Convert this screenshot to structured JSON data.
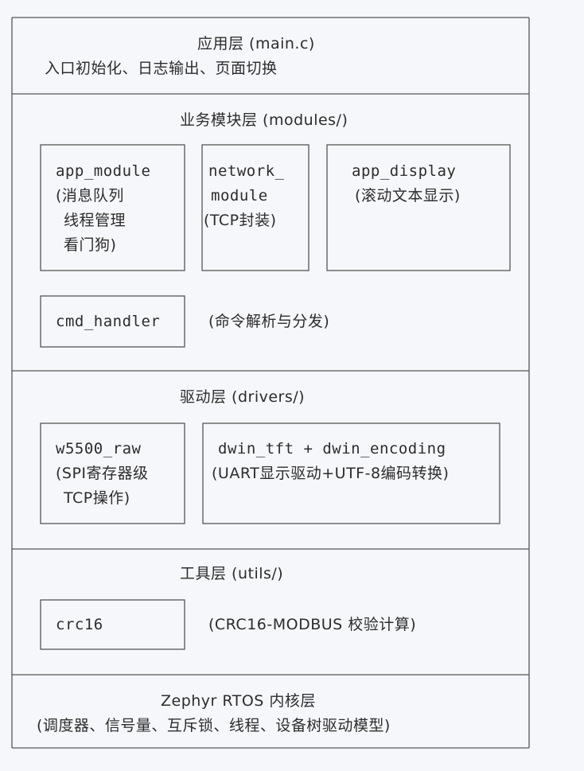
{
  "layers": {
    "app": {
      "title": "应用层 (main.c)",
      "desc": "入口初始化、日志输出、页面切换"
    },
    "modules": {
      "title": "业务模块层 (modules/)",
      "app_module": [
        "app_module",
        "(消息队列",
        "线程管理",
        "看门狗)"
      ],
      "network_module": [
        "network_",
        "module",
        "(TCP封装)"
      ],
      "app_display": [
        "app_display",
        "(滚动文本显示)"
      ],
      "cmd_handler": "cmd_handler",
      "cmd_handler_desc": "(命令解析与分发)"
    },
    "drivers": {
      "title": "驱动层 (drivers/)",
      "w5500": [
        "w5500_raw",
        "(SPI寄存器级",
        "TCP操作)"
      ],
      "dwin": [
        "dwin_tft + dwin_encoding",
        "(UART显示驱动+UTF-8编码转换)"
      ]
    },
    "utils": {
      "title": "工具层 (utils/)",
      "crc16": "crc16",
      "crc16_desc": "(CRC16-MODBUS 校验计算)"
    },
    "kernel": {
      "title": "Zephyr RTOS 内核层",
      "desc": "(调度器、信号量、互斥锁、线程、设备树驱动模型)"
    }
  },
  "colors": {
    "line": "#555555",
    "text": "#2c2c2c",
    "background": "#f6f7fa"
  }
}
